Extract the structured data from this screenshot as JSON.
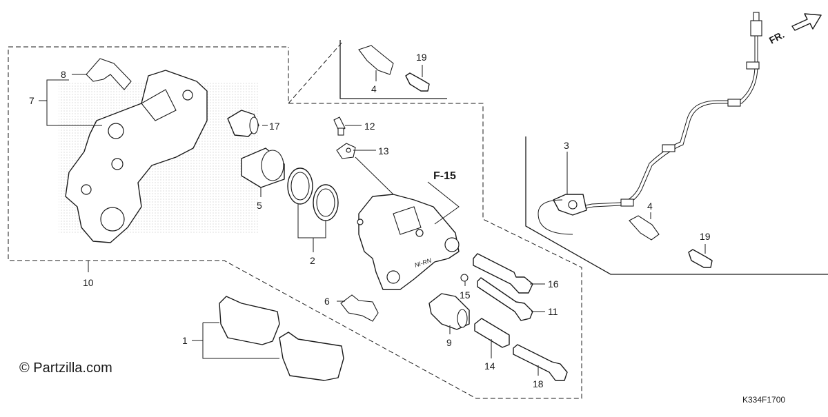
{
  "watermark": "© Partzilla.com",
  "diagram_code": "K334F1700",
  "front_label": "FR.",
  "reference_label": "F-15",
  "caliper_stencil": "NI-RN",
  "callouts": {
    "c1": "1",
    "c2": "2",
    "c3": "3",
    "c4a": "4",
    "c4b": "4",
    "c5": "5",
    "c6": "6",
    "c7": "7",
    "c8": "8",
    "c9": "9",
    "c10": "10",
    "c11": "11",
    "c12": "12",
    "c13": "13",
    "c14": "14",
    "c15": "15",
    "c16": "16",
    "c17": "17",
    "c18": "18",
    "c19a": "19",
    "c19b": "19"
  }
}
